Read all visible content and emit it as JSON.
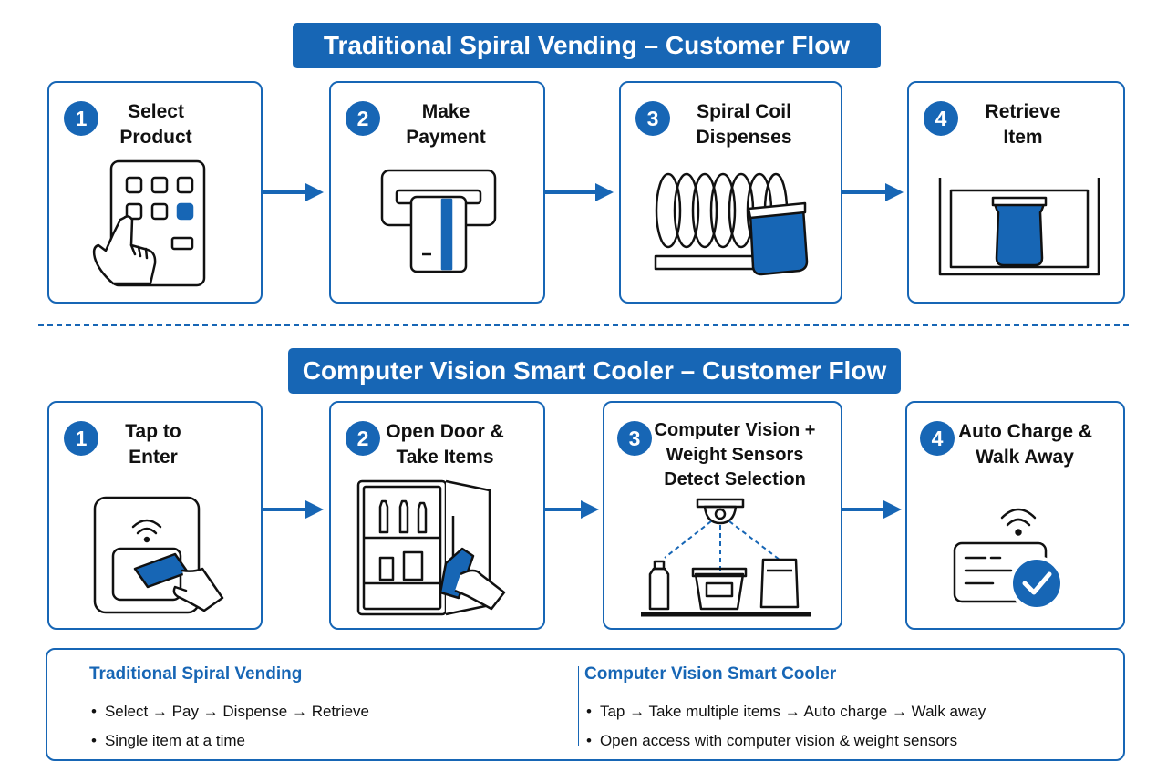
{
  "title_top": "Traditional Spiral Vending – Customer Flow",
  "title_bottom": "Computer Vision Smart Cooler – Customer Flow",
  "traditional_steps": [
    {
      "number": "1",
      "lines": [
        "Select",
        "Product"
      ],
      "icon": "keypad-hand-icon"
    },
    {
      "number": "2",
      "lines": [
        "Make",
        "Payment"
      ],
      "icon": "card-reader-icon"
    },
    {
      "number": "3",
      "lines": [
        "Spiral Coil",
        "Dispenses"
      ],
      "icon": "spiral-coil-icon"
    },
    {
      "number": "4",
      "lines": [
        "Retrieve",
        "Item"
      ],
      "icon": "retrieval-bin-icon"
    }
  ],
  "smart_steps": [
    {
      "number": "1",
      "lines": [
        "Tap to",
        "Enter"
      ],
      "icon": "tap-card-reader-icon"
    },
    {
      "number": "2",
      "lines": [
        "Open Door &",
        "Take Items"
      ],
      "icon": "open-cooler-icon"
    },
    {
      "number": "3",
      "lines": [
        "Computer Vision +",
        "Weight Sensors",
        "Detect Selection"
      ],
      "icon": "camera-sensors-icon"
    },
    {
      "number": "4",
      "lines": [
        "Auto Charge &",
        "Walk Away"
      ],
      "icon": "auto-charge-check-icon"
    }
  ],
  "summary": {
    "traditional": {
      "heading": "Traditional Spiral Vending",
      "bullets": [
        "Select → Pay → Dispense → Retrieve",
        "Single item at a time"
      ]
    },
    "smart": {
      "heading": "Computer Vision Smart Cooler",
      "bullets": [
        "Tap → Take multiple items → Auto charge → Walk away",
        "Open access with computer vision & weight sensors"
      ]
    }
  },
  "colors": {
    "accent": "#1766b5",
    "line": "#111111",
    "background": "#ffffff"
  }
}
